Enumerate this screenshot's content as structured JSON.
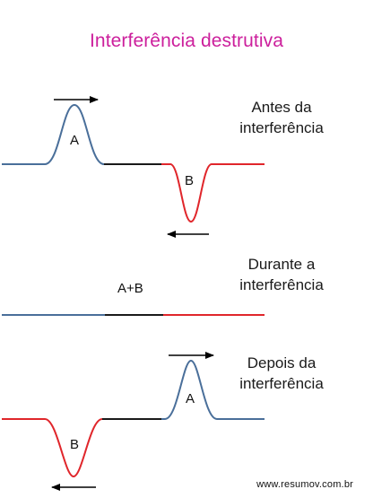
{
  "title": "Interferência destrutiva",
  "captions": {
    "before": [
      "Antes da",
      "interferência"
    ],
    "during": [
      "Durante a",
      "interferência"
    ],
    "after": [
      "Depois da",
      "interferência"
    ]
  },
  "labels": {
    "pulse_a": "A",
    "pulse_b": "B",
    "sum": "A+B"
  },
  "watermark": "www.resumov.com.br",
  "colors": {
    "title": "#cc1f9c",
    "pulse_a": "#4a6f9a",
    "pulse_b": "#e0262b",
    "overlap": "#1a1a1a",
    "arrow": "#000000"
  }
}
